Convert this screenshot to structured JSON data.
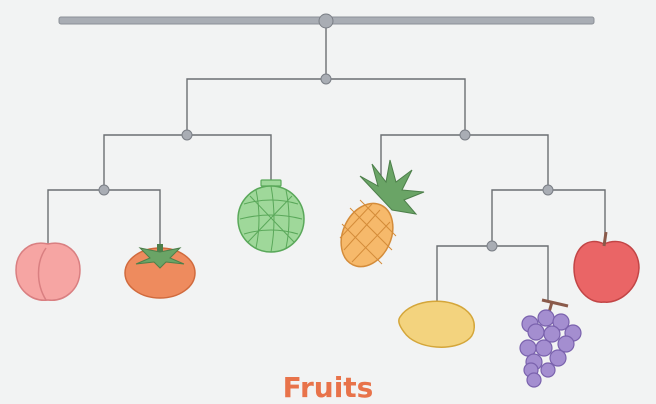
{
  "diagram": {
    "type": "hanging-mobile",
    "title": "Fruits",
    "colors": {
      "background": "#f2f3f3",
      "bar": "#a9adb4",
      "wire": "#6b6e72",
      "pivot": "#a9adb4",
      "title": "#e8734a"
    },
    "fruits": [
      {
        "name": "peach",
        "color": "#f6a5a3"
      },
      {
        "name": "persimmon",
        "color": "#ee8b5e"
      },
      {
        "name": "melon",
        "color": "#9fd89a"
      },
      {
        "name": "pineapple",
        "color": "#f6b96b"
      },
      {
        "name": "lemon",
        "color": "#f3d37e"
      },
      {
        "name": "grapes",
        "color": "#a48ed0"
      },
      {
        "name": "apple",
        "color": "#ea6566"
      }
    ]
  }
}
